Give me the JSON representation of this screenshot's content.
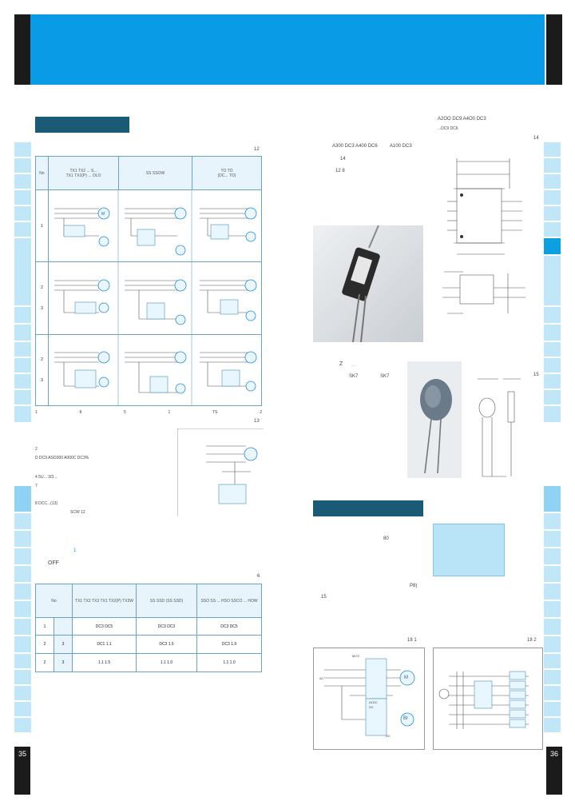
{
  "page": {
    "left_number": "35",
    "right_number": "36"
  },
  "fig_labels": {
    "f12": "12",
    "f13": "13",
    "f14": "14",
    "f15": "15",
    "f16": "6",
    "f17": "18 1",
    "f18": "18 2"
  },
  "left_table": {
    "col_no": "No",
    "col1": [
      "TX1 TX2 ... S...",
      "TX1 TX2(P) ... OLO"
    ],
    "col2": "SS SSOW",
    "col3": [
      "TO TO",
      "(DC... TO)"
    ],
    "rows": [
      {
        "no": "1",
        "sub": ""
      },
      {
        "no": "2",
        "sub": "3"
      },
      {
        "no": "2",
        "sub": "3"
      }
    ],
    "footer": [
      "1",
      "8",
      "5",
      "1",
      "TS",
      "2"
    ]
  },
  "mid_text": {
    "lines": [
      "2",
      "D  DC9  ASO300  A000C  DC3%",
      "4  5U... 3/3...",
      "7",
      "8  DCC...(13)",
      "SCW  12"
    ],
    "note": "OFF",
    "note_mark": "1"
  },
  "bottom_table": {
    "headers": [
      "No",
      "TX1 TX2 TX3 TX1 TX2(P) TX3W",
      "SS SSD (SS SSD)",
      "SSO  SS ...  HSO  SSCO  ...  HOW"
    ],
    "rows": [
      {
        "no": "1",
        "sub": "",
        "c1": "DC3 DC5",
        "c2": "DC3 DC3",
        "c3": "DC3 DC5"
      },
      {
        "no": "2",
        "sub": "3",
        "c1": "DC1 1.1",
        "c2": "DC3 1.5",
        "c3": "DC3 1.9"
      },
      {
        "no": "2",
        "sub": "3",
        "c1": "1.1 1.5",
        "c2": "1.1 1.0",
        "c3": "1.1 1.0"
      }
    ]
  },
  "right_text": {
    "top_caption": [
      "A2OO DC9 A4O0 DC3",
      "...DC9 DC6"
    ],
    "model_line": [
      "A300 DC3 A400 DC6",
      "A100 DC3"
    ],
    "spec": [
      "14",
      "12    8"
    ],
    "zpart": [
      "Z",
      "......",
      "SK7",
      "SK7"
    ],
    "para": [
      "80",
      "P8)",
      "15"
    ]
  },
  "diagram_labels": {
    "m": "M",
    "br": "Br",
    "mcs": "MCS",
    "ac": "AC",
    "dc": "DC",
    "unit": [
      "A1DC",
      "DC"
    ],
    "rect": [
      "ASDC",
      "DC"
    ]
  },
  "colors": {
    "header_blue": "#0a9be6",
    "navy": "#1b5a76",
    "tab_light": "#bfe7f8",
    "tab_dark": "#0ba0df",
    "motor": "#1e8ed4"
  },
  "icons": {
    "motor": "circle-m-icon",
    "brake": "circle-br-icon",
    "contact": "switch-contact-icon",
    "varistor": "varistor-component",
    "surge": "surge-absorber-component"
  }
}
